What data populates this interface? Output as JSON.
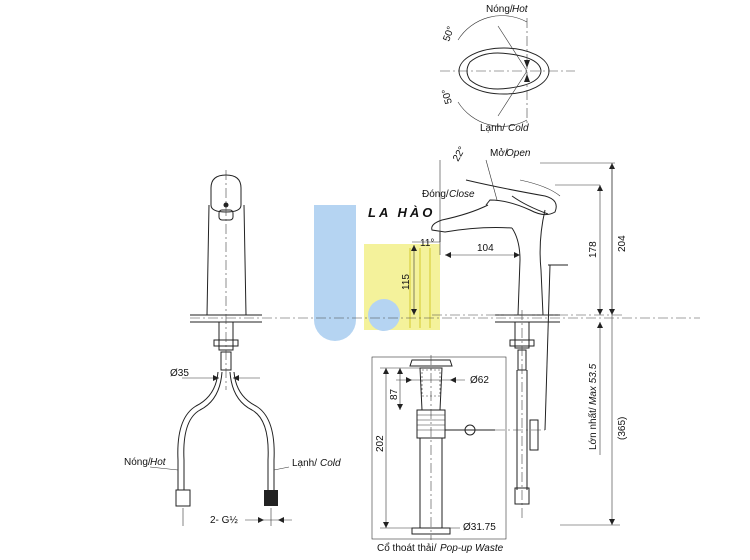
{
  "labels": {
    "hot_vi": "Nóng/",
    "hot_en": "Hot",
    "cold_vi": "Lạnh/",
    "cold_en": "Cold",
    "open_vi": "Mở/",
    "open_en": "Open",
    "close_vi": "Đóng/",
    "close_en": "Close",
    "waste_vi": "Cổ thoát thải/",
    "waste_en": "Pop-up Waste",
    "max_vi": "Lớn nhất/",
    "max_en": "Max 53.5"
  },
  "dimensions": {
    "angle_50_top": "50°",
    "angle_50_bottom": "50°",
    "angle_22": "22°",
    "angle_11": "11°",
    "d104": "104",
    "d115": "115",
    "d178": "178",
    "d204": "204",
    "d365": "(365)",
    "d87": "87",
    "d202": "202",
    "dia35": "Ø35",
    "dia62": "Ø62",
    "dia3175": "Ø31.75",
    "thread": "2- G½"
  },
  "logo": {
    "text": "LA HÀO",
    "blue": "#a9cdf0",
    "yellow": "#f3f08a"
  }
}
